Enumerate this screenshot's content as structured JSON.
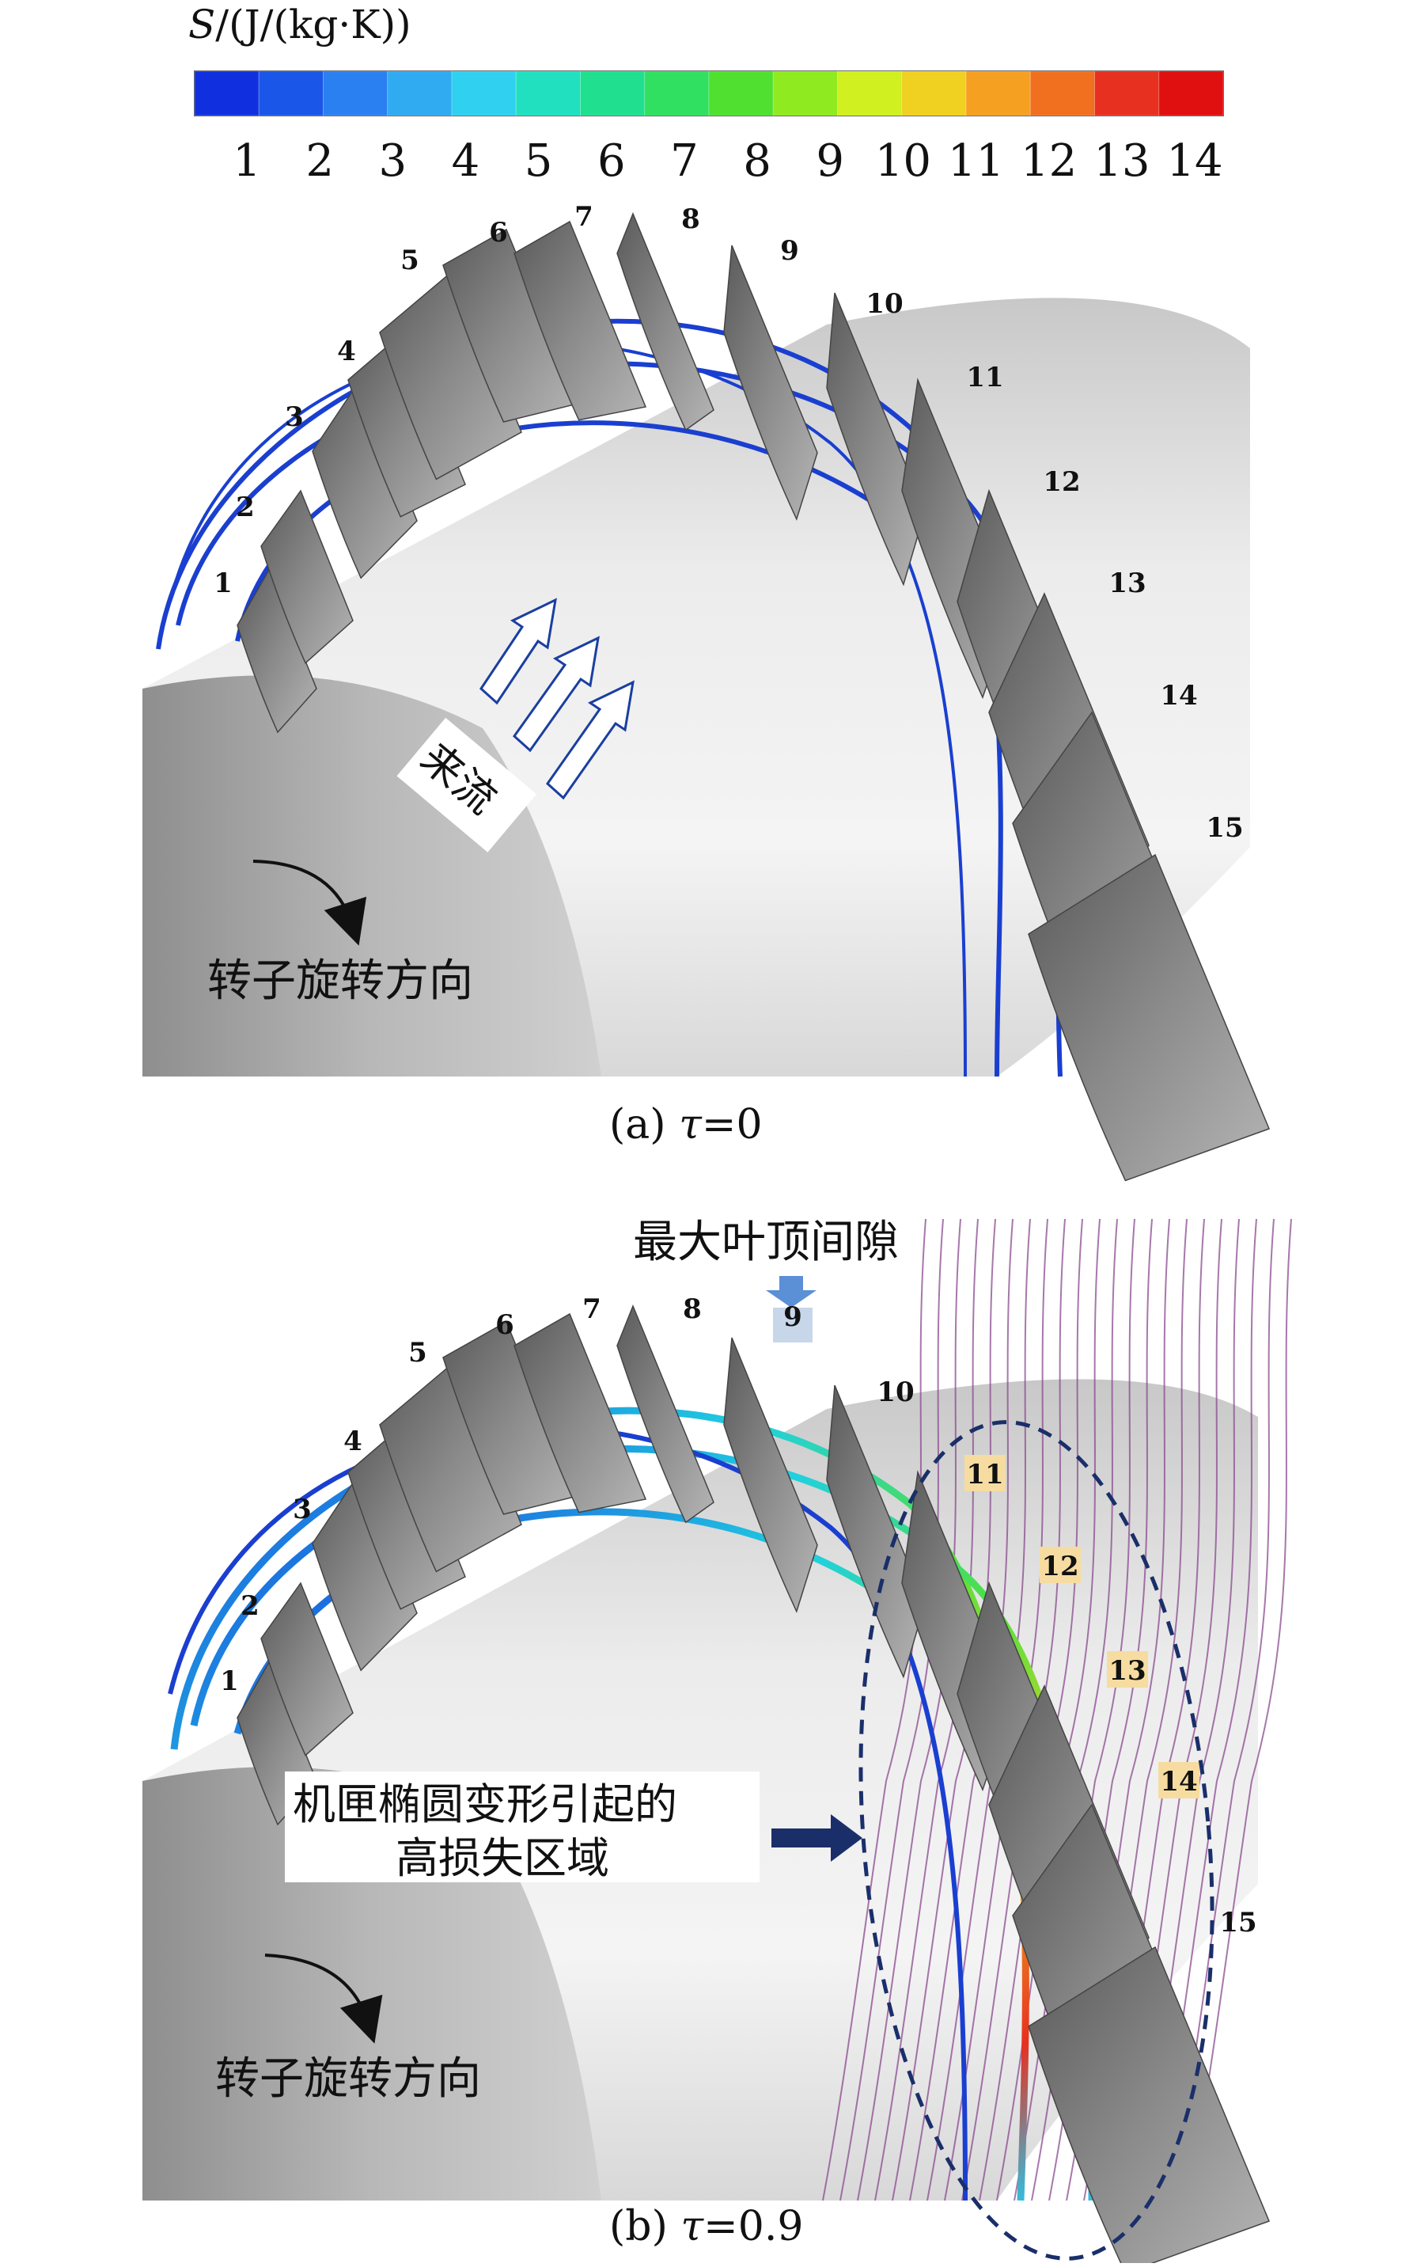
{
  "colorbar": {
    "title_prefix": "S",
    "title_suffix": "/(J/(kg·K))",
    "ticks": [
      "1",
      "2",
      "3",
      "4",
      "5",
      "6",
      "7",
      "8",
      "9",
      "10",
      "11",
      "12",
      "13",
      "14"
    ],
    "colors": [
      "#1030e0",
      "#1a56e8",
      "#2a80f0",
      "#30aaf0",
      "#30d0f0",
      "#20e0c0",
      "#20e090",
      "#30e060",
      "#50e030",
      "#90ea20",
      "#d0f020",
      "#f0d020",
      "#f5a020",
      "#f07020",
      "#e83020",
      "#e01010"
    ]
  },
  "panel_a": {
    "caption_prefix": "(a) ",
    "caption_tau": "τ",
    "caption_value": "=0",
    "blade_labels": [
      "1",
      "2",
      "3",
      "4",
      "5",
      "6",
      "7",
      "8",
      "9",
      "10",
      "11",
      "12",
      "13",
      "14",
      "15"
    ],
    "inflow_label": "来流",
    "rotation_label": "转子旋转方向"
  },
  "panel_b": {
    "caption_prefix": "(b) ",
    "caption_tau": "τ",
    "caption_value": "=0.9",
    "blade_labels": [
      "1",
      "2",
      "3",
      "4",
      "5",
      "6",
      "7",
      "8",
      "9",
      "10",
      "11",
      "12",
      "13",
      "14",
      "15"
    ],
    "max_gap_label": "最大叶顶间隙",
    "loss_label_line1": "机匣椭圆变形引起的",
    "loss_label_line2": "高损失区域",
    "rotation_label": "转子旋转方向"
  }
}
